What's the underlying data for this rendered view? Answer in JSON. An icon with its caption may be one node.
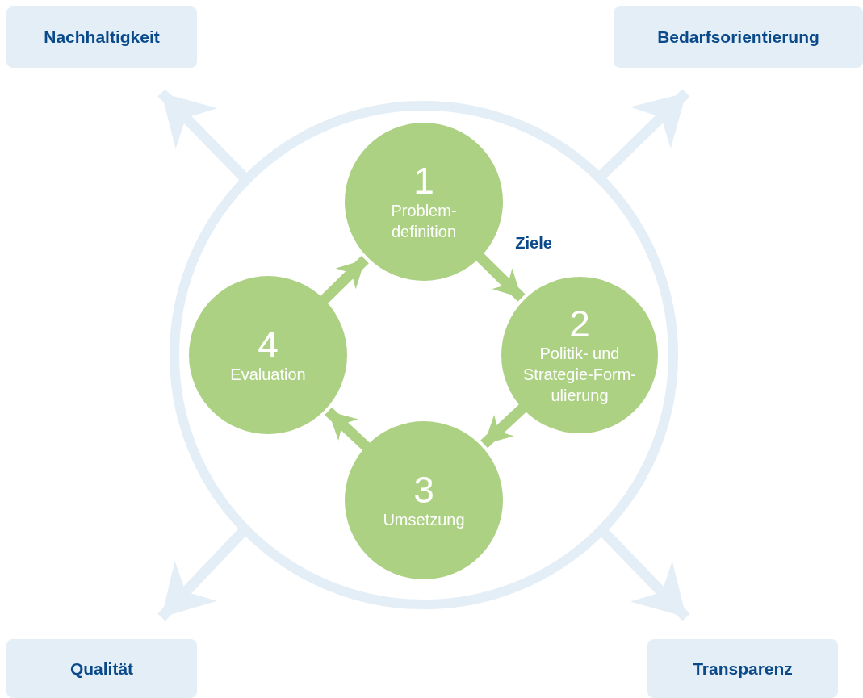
{
  "diagram": {
    "nodes": [
      {
        "text": [
          "Nachhaltigkeit"
        ]
      },
      {
        "text": [
          "Bedarfsorientierung"
        ]
      },
      {
        "text": [],
        "shape": "circle"
      },
      {
        "text": [
          "1",
          "Problem- definition"
        ],
        "in": 2
      },
      {
        "text": [
          "2",
          "Politik- und Strategie-Form- ulierung"
        ],
        "in": 2
      },
      {
        "text": [
          "4",
          "Evaluation"
        ],
        "in": 2
      },
      {
        "text": [
          "3",
          "Umsetzung"
        ],
        "in": 2
      },
      {
        "text": [
          "Qualität"
        ]
      },
      {
        "text": [
          "Transparenz"
        ]
      }
    ],
    "edges": [
      {
        "from": 3,
        "to": 4,
        "arrow": "to",
        "label": "Ziele"
      },
      {
        "from": 4,
        "to": 6,
        "arrow": "to"
      },
      {
        "from": 6,
        "to": 5,
        "arrow": "to"
      },
      {
        "from": 5,
        "to": 3,
        "arrow": "to"
      },
      {
        "from": 2,
        "to": 0,
        "arrow": "to",
        "color": "#e3eef6"
      },
      {
        "from": 2,
        "to": 1,
        "arrow": "to",
        "color": "#e3eef6"
      },
      {
        "from": 2,
        "to": 7,
        "arrow": "to",
        "color": "#e3eef6"
      },
      {
        "from": 2,
        "to": 8,
        "arrow": "to",
        "color": "#e3eef6"
      }
    ]
  }
}
